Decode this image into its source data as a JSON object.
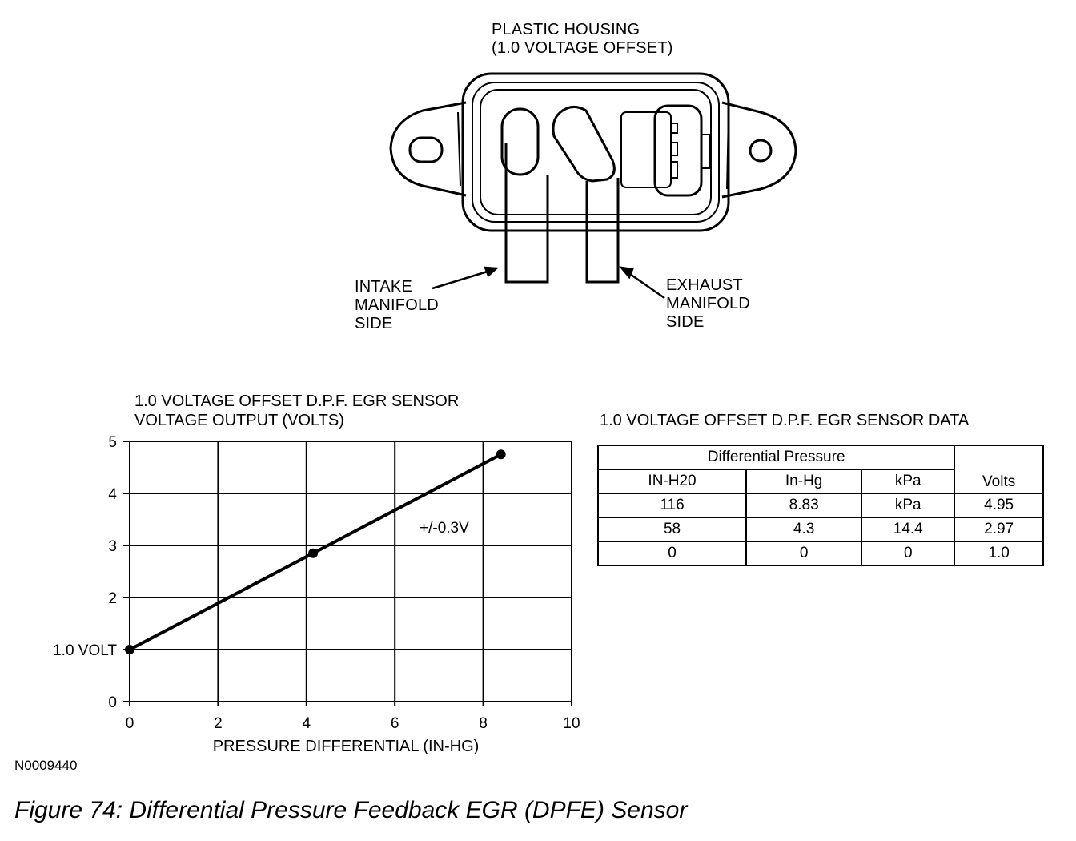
{
  "sensor": {
    "housing_label": "PLASTIC HOUSING\n(1.0 VOLTAGE OFFSET)",
    "intake_label": "INTAKE\nMANIFOLD\nSIDE",
    "exhaust_label": "EXHAUST\nMANIFOLD\nSIDE"
  },
  "chart": {
    "title": "1.0 VOLTAGE OFFSET D.P.F. EGR SENSOR\nVOLTAGE OUTPUT (VOLTS)",
    "tolerance_label": "+/-0.3V"
  },
  "chart_data": {
    "type": "line",
    "title": "1.0 VOLTAGE OFFSET D.P.F. EGR SENSOR VOLTAGE OUTPUT (VOLTS)",
    "xlabel": "PRESSURE DIFFERENTIAL (IN-HG)",
    "ylabel": "",
    "xlim": [
      0,
      10
    ],
    "ylim": [
      0,
      5
    ],
    "x_ticks": [
      "0",
      "2",
      "4",
      "6",
      "8",
      "10"
    ],
    "y_ticks": [
      "0",
      "1.0 VOLT",
      "2",
      "3",
      "4",
      "5"
    ],
    "grid": true,
    "series": [
      {
        "x": [
          0,
          4.15,
          8.4
        ],
        "y": [
          1.0,
          2.85,
          4.75
        ]
      }
    ],
    "annotations": [
      "+/-0.3V"
    ]
  },
  "table": {
    "title": "1.0 VOLTAGE OFFSET D.P.F. EGR SENSOR DATA",
    "group_header": "Differential Pressure",
    "columns": [
      "IN-H20",
      "In-Hg",
      "kPa",
      "Volts"
    ],
    "rows": [
      [
        "116",
        "8.83",
        "kPa",
        "4.95"
      ],
      [
        "58",
        "4.3",
        "14.4",
        "2.97"
      ],
      [
        "0",
        "0",
        "0",
        "1.0"
      ]
    ]
  },
  "reference_code": "N0009440",
  "caption": "Figure 74: Differential Pressure Feedback EGR (DPFE) Sensor"
}
